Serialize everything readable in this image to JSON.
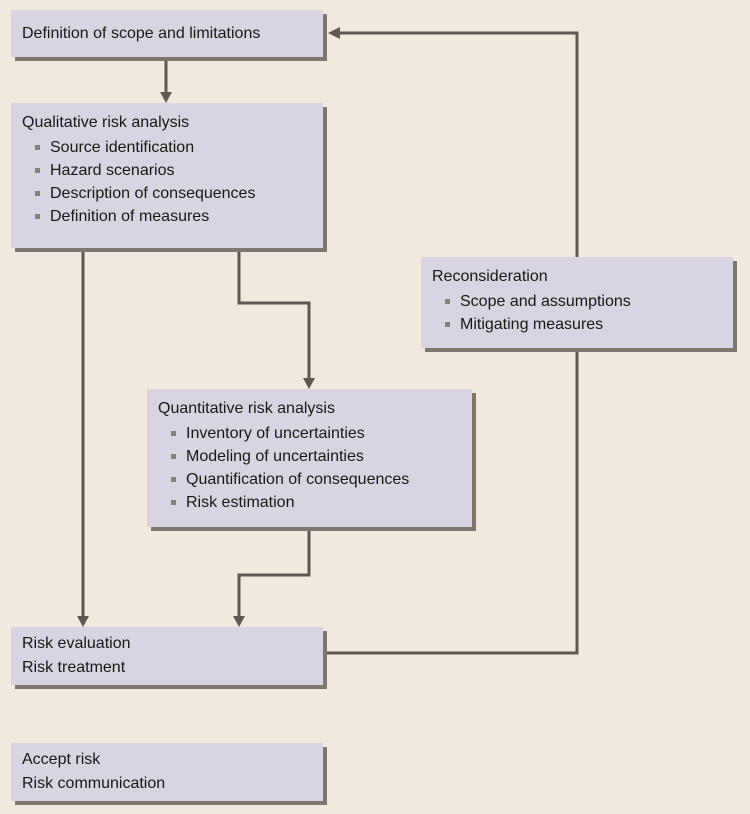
{
  "colors": {
    "background": "#f2e9de",
    "box_fill": "#d8d4e1",
    "box_shadow": "#7c776f",
    "connector": "#5d5850",
    "text": "#1b1713",
    "bullet": "#85817a"
  },
  "boxes": {
    "definition": {
      "title": "Definition of scope and limitations"
    },
    "qualitative": {
      "title": "Qualitative risk analysis",
      "bullets": [
        "Source identification",
        "Hazard scenarios",
        "Description of consequences",
        "Definition of measures"
      ]
    },
    "reconsideration": {
      "title": "Reconsideration",
      "bullets": [
        "Scope and assumptions",
        "Mitigating measures"
      ]
    },
    "quantitative": {
      "title": "Quantitative risk analysis",
      "bullets": [
        "Inventory of uncertainties",
        "Modeling of uncertainties",
        "Quantification of consequences",
        "Risk estimation"
      ]
    },
    "evaluation": {
      "line1": "Risk evaluation",
      "line2": "Risk treatment"
    },
    "accept": {
      "line1": "Accept risk",
      "line2": "Risk communication"
    }
  }
}
